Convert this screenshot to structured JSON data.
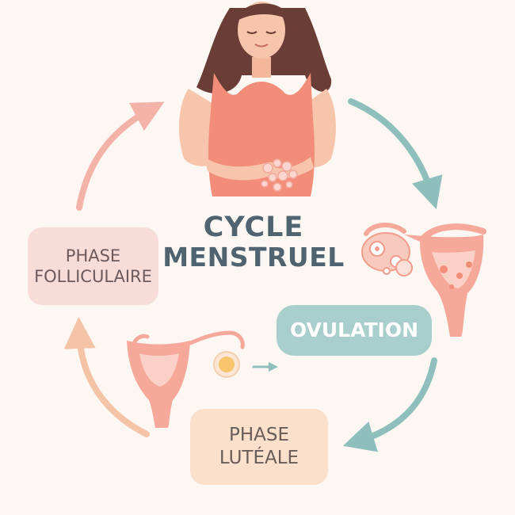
{
  "title": {
    "line1": "CYCLE",
    "line2": "MENSTRUEL"
  },
  "phases": {
    "follicular": {
      "line1": "PHASE",
      "line2": "FOLLICULAIRE"
    },
    "ovulation": {
      "label": "OVULATION"
    },
    "luteal": {
      "line1": "PHASE",
      "line2": "LUTÉALE"
    }
  },
  "colors": {
    "background": "#fcf7f2",
    "title": "#4f6470",
    "follicular_fill": "#f7dcd8",
    "ovulation_fill": "#a8cfcc",
    "luteal_fill": "#fbe0cc",
    "arrow_pink": "#f4b3a8",
    "arrow_teal": "#8fbfbd",
    "arrow_peach": "#f5c3a6",
    "skin": "#f7c5ab",
    "hair": "#6b3d37",
    "top": "#f28d79",
    "uterus": "#f6a99a"
  },
  "icons": [
    "woman-figure-icon",
    "uterus-ovary-icon",
    "uterus-egg-icon",
    "egg-cell-icon",
    "cycle-arrow-icon"
  ]
}
